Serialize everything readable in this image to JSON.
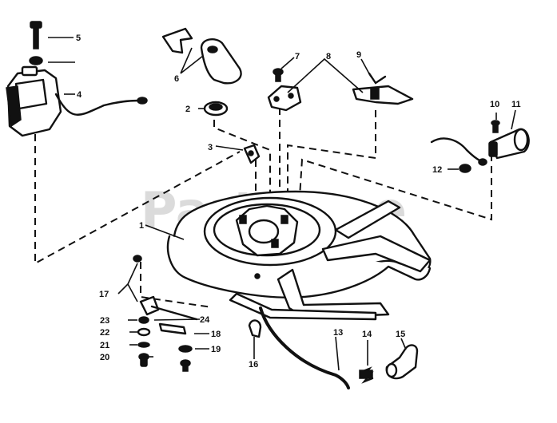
{
  "watermark": "PartsTree",
  "callouts": [
    {
      "id": "c1",
      "label": "1"
    },
    {
      "id": "c2",
      "label": "2"
    },
    {
      "id": "c3",
      "label": "3"
    },
    {
      "id": "c4",
      "label": "4"
    },
    {
      "id": "c5",
      "label": "5"
    },
    {
      "id": "c6",
      "label": "6"
    },
    {
      "id": "c7",
      "label": "7"
    },
    {
      "id": "c8",
      "label": "8"
    },
    {
      "id": "c9",
      "label": "9"
    },
    {
      "id": "c10",
      "label": "10"
    },
    {
      "id": "c11",
      "label": "11"
    },
    {
      "id": "c12",
      "label": "12"
    },
    {
      "id": "c13",
      "label": "13"
    },
    {
      "id": "c14",
      "label": "14"
    },
    {
      "id": "c15",
      "label": "15"
    },
    {
      "id": "c16",
      "label": "16"
    },
    {
      "id": "c17",
      "label": "17"
    },
    {
      "id": "c18",
      "label": "18"
    },
    {
      "id": "c19",
      "label": "19"
    },
    {
      "id": "c20",
      "label": "20"
    },
    {
      "id": "c21",
      "label": "21"
    },
    {
      "id": "c22",
      "label": "22"
    },
    {
      "id": "c23",
      "label": "23"
    },
    {
      "id": "c24",
      "label": "24"
    }
  ]
}
